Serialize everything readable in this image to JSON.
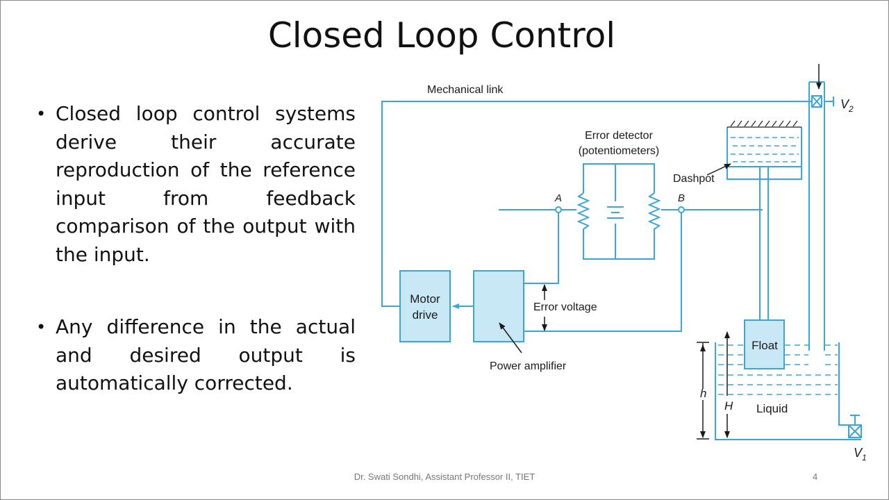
{
  "slide": {
    "title": "Closed Loop Control",
    "bullets": [
      "Closed loop control systems derive their accurate reproduction of the reference input from feedback comparison of the output with the input.",
      "Any difference in the actual and desired output is automatically corrected."
    ],
    "footer": "Dr. Swati Sondhi, Assistant Professor II, TIET",
    "page_number": "4"
  },
  "diagram": {
    "labels": {
      "mechanical_link": "Mechanical link",
      "v2": "V",
      "v2_sub": "2",
      "error_detector_line1": "Error detector",
      "error_detector_line2": "(potentiometers)",
      "dashpot": "Dashpot",
      "point_a": "A",
      "point_b": "B",
      "motor_drive_line1": "Motor",
      "motor_drive_line2": "drive",
      "error_voltage": "Error voltage",
      "power_amplifier": "Power amplifier",
      "float": "Float",
      "h_small": "h",
      "h_large": "H",
      "liquid": "Liquid",
      "v1": "V",
      "v1_sub": "1"
    },
    "colors": {
      "line": "#3aa6d6",
      "box_fill": "#c8e8f6",
      "liquid_dash": "#3aa6d6",
      "text": "#1a1a1a"
    }
  }
}
